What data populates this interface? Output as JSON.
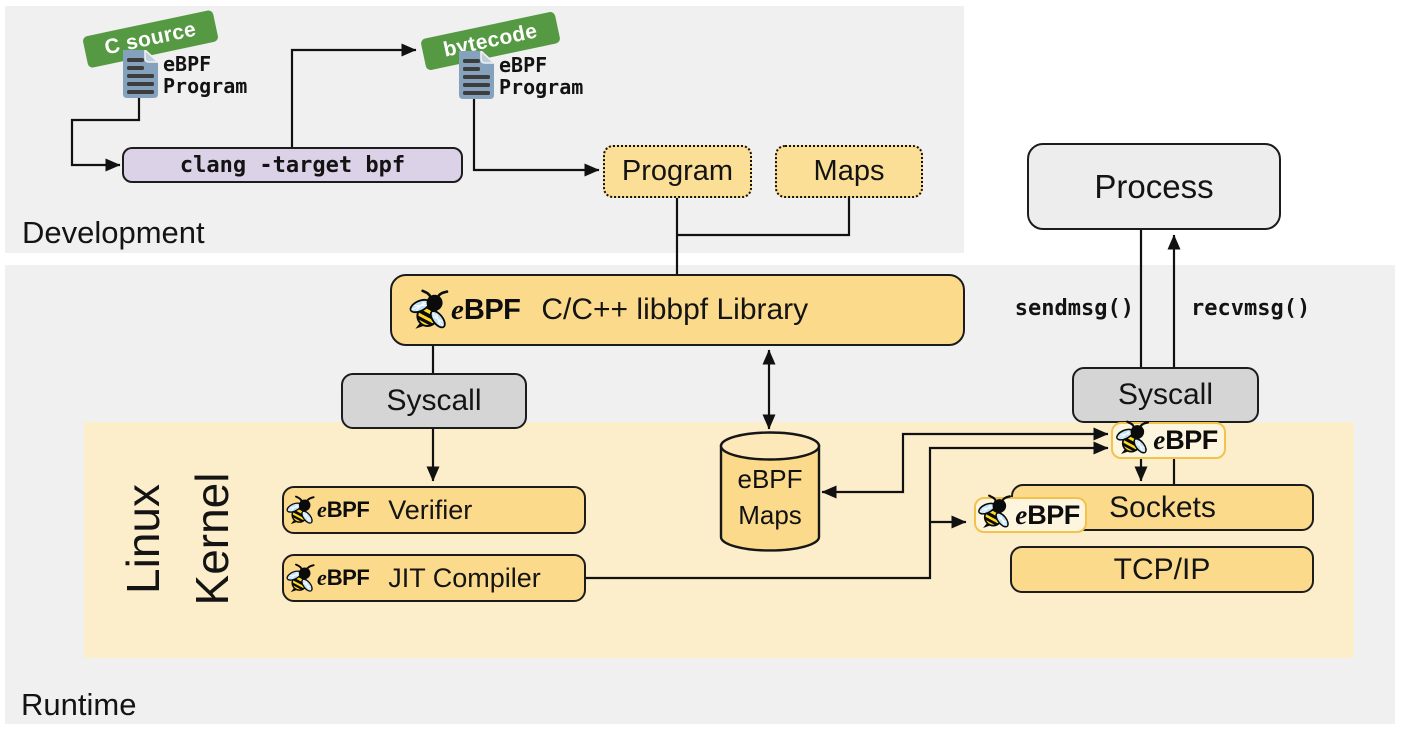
{
  "regions": {
    "development": {
      "label": "Development"
    },
    "runtime": {
      "label": "Runtime"
    },
    "kernel": {
      "label": "Linux\nKernel",
      "line1": "Linux",
      "line2": "Kernel"
    }
  },
  "ribbons": {
    "c_source": "C source",
    "bytecode": "bytecode"
  },
  "documents": {
    "source_program": {
      "line1": "eBPF",
      "line2": "Program"
    },
    "bytecode_program": {
      "line1": "eBPF",
      "line2": "Program"
    }
  },
  "logo": {
    "e": "e",
    "bpf": "BPF"
  },
  "nodes": {
    "clang": {
      "label": "clang -target bpf"
    },
    "program": {
      "label": "Program"
    },
    "maps": {
      "label": "Maps"
    },
    "libbpf": {
      "label": "C/C++ libbpf Library"
    },
    "syscall_left": {
      "label": "Syscall"
    },
    "verifier": {
      "label": "Verifier"
    },
    "jit": {
      "label": "JIT Compiler"
    },
    "ebpf_maps": {
      "line1": "eBPF",
      "line2": "Maps"
    },
    "process": {
      "label": "Process"
    },
    "syscall_right": {
      "label": "Syscall"
    },
    "sockets": {
      "label": "Sockets"
    },
    "tcpip": {
      "label": "TCP/IP"
    }
  },
  "edge_labels": {
    "sendmsg": "sendmsg()",
    "recvmsg": "recvmsg()"
  },
  "colors": {
    "section_gray": "#f0f0f0",
    "kernel_cream": "#fdeecb",
    "node_yellow": "#fbda8b",
    "dotted_yellow": "#fcdf97",
    "lavender": "#dcd2e8",
    "syscall_gray": "#d5d5d5",
    "process_gray": "#ededed",
    "ribbon_green": "#569943",
    "doc_blue": "#84a2be",
    "chip_cream": "#fdf5dd",
    "chip_border": "#f2c24d",
    "line_black": "#111111"
  }
}
